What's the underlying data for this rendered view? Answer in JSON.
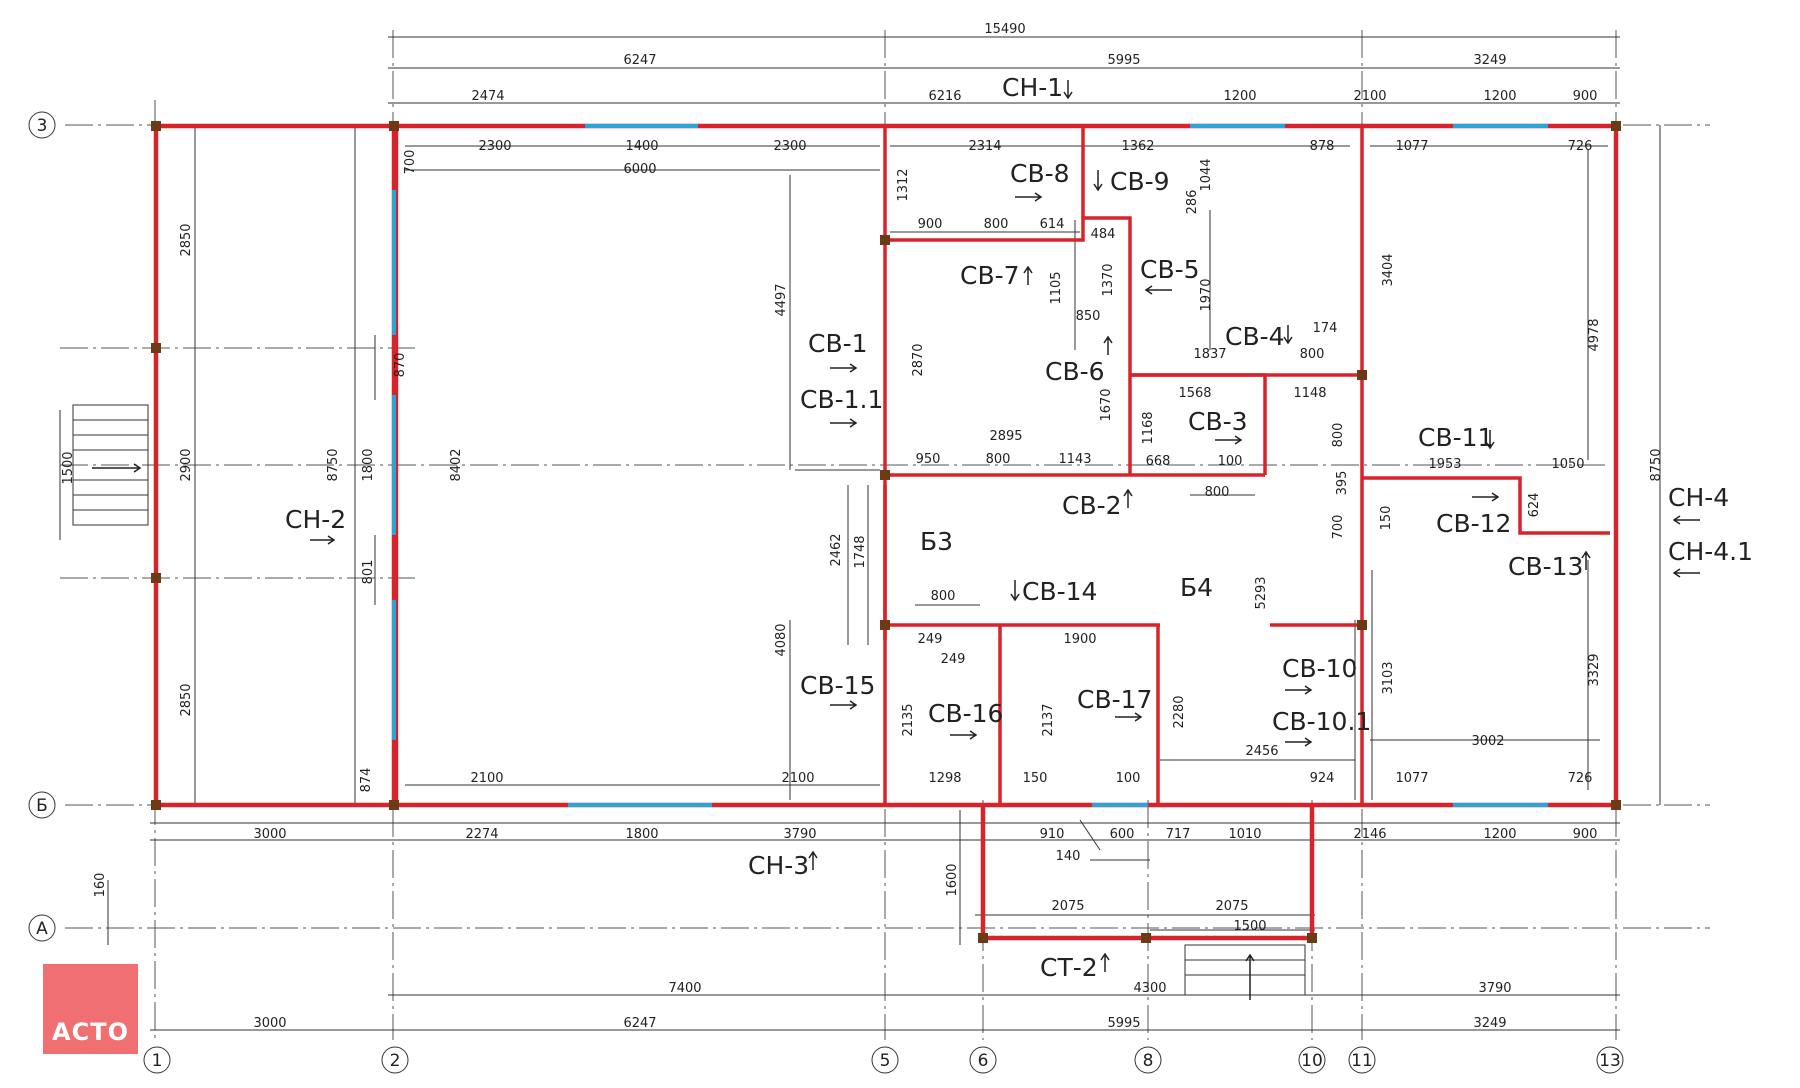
{
  "logo": {
    "text": "АСТО",
    "color": "#ef6f73"
  },
  "colors": {
    "wall": "#d8232a",
    "window": "#2aa6d6",
    "post": "#6a3b14"
  },
  "axes": {
    "rows": [
      "3",
      "Б",
      "А"
    ],
    "cols": [
      "1",
      "2",
      "5",
      "6",
      "8",
      "10",
      "11",
      "13"
    ]
  },
  "labels": {
    "ch1": "СН-1",
    "ch2": "СН-2",
    "ch3": "СН-3",
    "ch4": "СН-4",
    "ch41": "СН-4.1",
    "ct2": "СТ-2",
    "cb1": "СВ-1",
    "cb11": "СВ-1.1",
    "cb2": "СВ-2",
    "cb3": "СВ-3",
    "cb4": "СВ-4",
    "cb5": "СВ-5",
    "cb6": "СВ-6",
    "cb7": "СВ-7",
    "cb8": "СВ-8",
    "cb9": "СВ-9",
    "cb10": "СВ-10",
    "cb101": "СВ-10.1",
    "cb11b": "СВ-11",
    "cb12": "СВ-12",
    "cb13": "СВ-13",
    "cb14": "СВ-14",
    "cb15": "СВ-15",
    "cb16": "СВ-16",
    "cb17": "СВ-17",
    "b3": "Б3",
    "b4": "Б4"
  },
  "dims": {
    "d15490": "15490",
    "d6247": "6247",
    "d5995": "5995",
    "d3249": "3249",
    "d2474": "2474",
    "d6216": "6216",
    "d1200": "1200",
    "d2100": "2100",
    "d900": "900",
    "d2300": "2300",
    "d1400": "1400",
    "d6000": "6000",
    "d2314": "2314",
    "d1362": "1362",
    "d878": "878",
    "d1077": "1077",
    "d726": "726",
    "d700": "700",
    "d1312": "1312",
    "d1044": "1044",
    "d286": "286",
    "d484": "484",
    "d614": "614",
    "d800": "800",
    "d1370": "1370",
    "d1105": "1105",
    "d850": "850",
    "d1970": "1970",
    "d3404": "3404",
    "d4497": "4497",
    "d4978": "4978",
    "d2870": "2870",
    "d1837": "1837",
    "d174": "174",
    "d1568": "1568",
    "d1148": "1148",
    "d1670": "1670",
    "d1168": "1168",
    "d2895": "2895",
    "d950": "950",
    "d1143": "1143",
    "d668": "668",
    "d100": "100",
    "d1953": "1953",
    "d1050": "1050",
    "d395": "395",
    "d624": "624",
    "d150": "150",
    "d2850": "2850",
    "d870": "870",
    "d1800": "1800",
    "d2900": "2900",
    "d8750": "8750",
    "d8402": "8402",
    "d1500": "1500",
    "d801": "801",
    "d2462": "2462",
    "d1748": "1748",
    "d5293": "5293",
    "d249": "249",
    "d1900": "1900",
    "d4080": "4080",
    "d2135": "2135",
    "d2137": "2137",
    "d2280": "2280",
    "d3103": "3103",
    "d2456": "2456",
    "d3002": "3002",
    "d3329": "3329",
    "d874": "874",
    "d1298": "1298",
    "d924": "924",
    "d3000": "3000",
    "d2274": "2274",
    "d3790": "3790",
    "d910": "910",
    "d600": "600",
    "d717": "717",
    "d1010": "1010",
    "d2146": "2146",
    "d140": "140",
    "d1600": "1600",
    "d2075": "2075",
    "d7400": "7400",
    "d4300": "4300",
    "d160": "160"
  }
}
